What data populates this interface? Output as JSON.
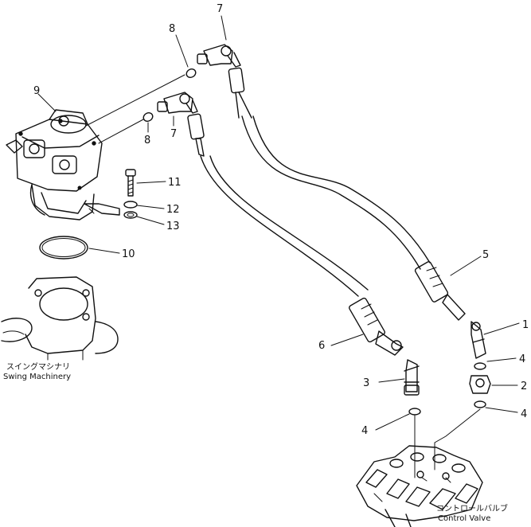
{
  "callouts": {
    "n1": "1",
    "n2": "2",
    "n3": "3",
    "n4a": "4",
    "n4b": "4",
    "n4c": "4",
    "n5": "5",
    "n6": "6",
    "n7a": "7",
    "n7b": "7",
    "n8a": "8",
    "n8b": "8",
    "n9": "9",
    "n10": "10",
    "n11": "11",
    "n12": "12",
    "n13": "13"
  },
  "captions": {
    "swing_jp": "スイングマシナリ",
    "swing_en": "Swing Machinery",
    "valve_jp": "コントロールバルブ",
    "valve_en": "Control Valve"
  }
}
